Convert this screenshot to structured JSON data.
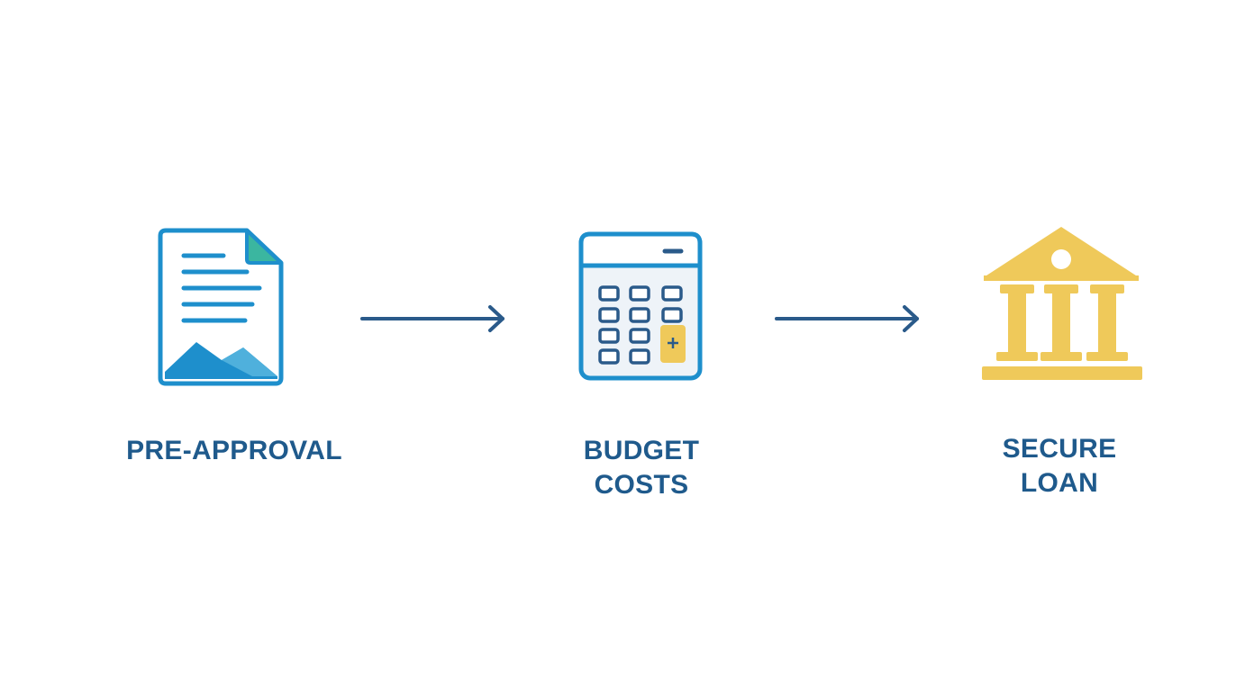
{
  "colors": {
    "dark_blue": "#2a5a8a",
    "blue": "#1e8fcc",
    "teal": "#3bb6a0",
    "light_fill": "#eef3f8",
    "yellow": "#efc95a",
    "label": "#1f5a8c"
  },
  "steps": [
    {
      "icon": "document-icon",
      "label_line1": "PRE-APPROVAL",
      "label_line2": ""
    },
    {
      "icon": "calculator-icon",
      "label_line1": "BUDGET",
      "label_line2": "COSTS"
    },
    {
      "icon": "bank-icon",
      "label_line1": "SECURE",
      "label_line2": "LOAN"
    }
  ]
}
